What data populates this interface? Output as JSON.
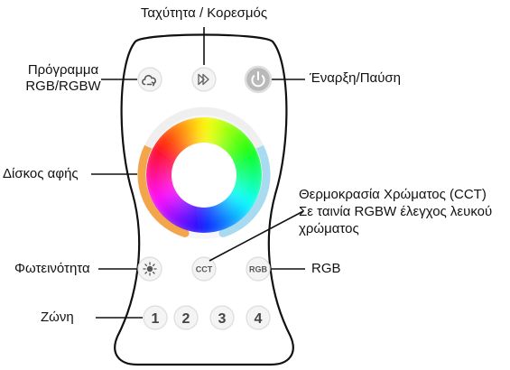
{
  "labels": {
    "speed_saturation": "Ταχύτητα / Κορεσμός",
    "program_line1": "Πρόγραμμα",
    "program_line2": "RGB/RGBW",
    "power": "Έναρξη/Παύση",
    "touch_disc": "Δίσκος αφής",
    "cct_line1": "Θερμοκρασία Χρώματος (CCT)",
    "cct_line2": "Σε ταινία RGBW έλεγχος λευκού",
    "cct_line3": "χρώματος",
    "brightness": "Φωτεινότητα",
    "rgb": "RGB",
    "zone": "Ζώνη"
  },
  "buttons": {
    "cct": "CCT",
    "rgb": "RGB",
    "zones": [
      "1",
      "2",
      "3",
      "4"
    ]
  },
  "icons": {
    "program": "cloud-cycle-icon",
    "speed": "fast-forward-icon",
    "power": "power-icon",
    "brightness": "sun-icon"
  },
  "colors": {
    "outline": "#111111",
    "button_fill": "#f4f4f4",
    "button_stroke": "#d8d8d8",
    "power_fill": "#bdbdbd",
    "ring_warm": "#f3a54b",
    "ring_cool": "#a9dbf0"
  }
}
